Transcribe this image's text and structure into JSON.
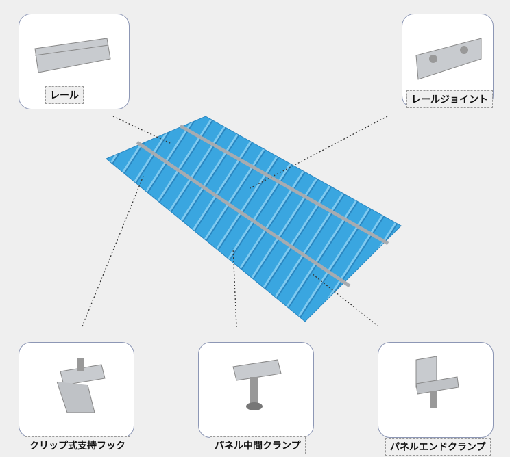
{
  "parts": {
    "rail": "レール",
    "rail_joint": "レールジョイント",
    "clip_hook": "クリップ式支持フック",
    "mid_clamp": "パネル中間クランプ",
    "end_clamp": "パネルエンドクランプ"
  },
  "colors": {
    "roof": "#3aa6e0",
    "rail": "#b9bcc0",
    "border": "#8d97b5"
  }
}
